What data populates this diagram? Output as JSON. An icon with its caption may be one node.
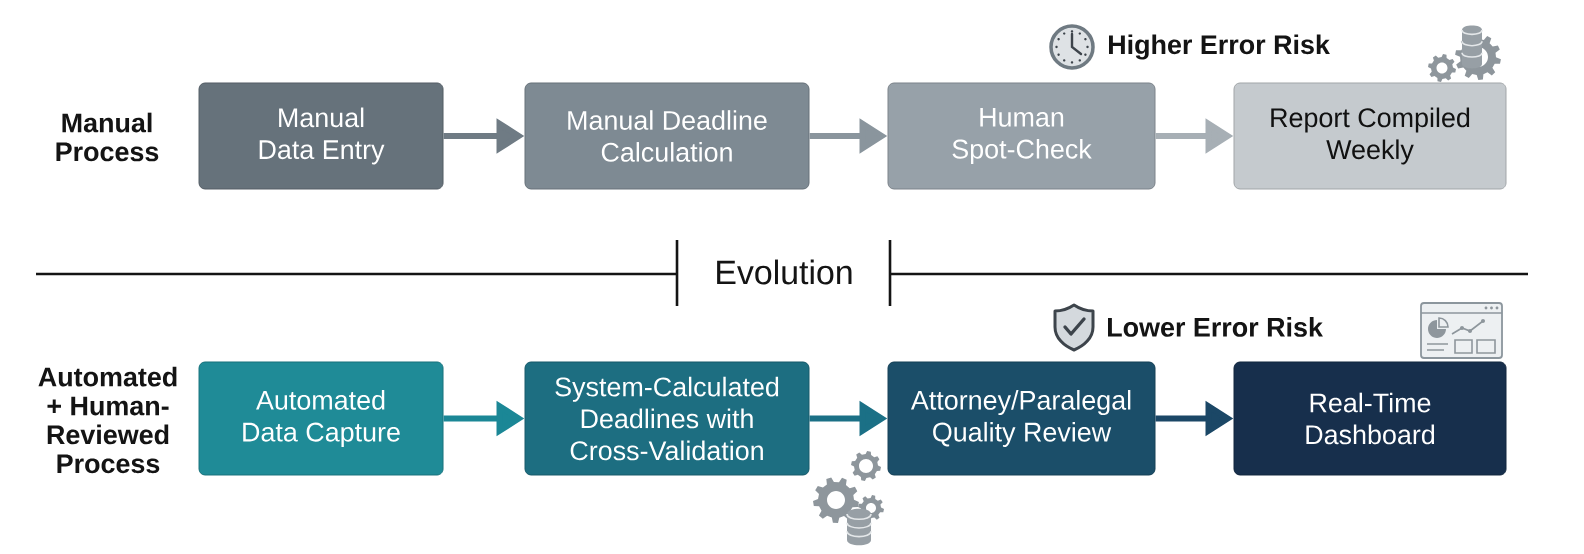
{
  "diagram": {
    "nodes": [
      {
        "text": [
          "Manual Data Entry"
        ]
      },
      {
        "text": [
          "Manual Deadline Calculation"
        ]
      },
      {
        "text": [
          "Human Spot-Check"
        ]
      },
      {
        "text": [
          "Report Compiled Weekly"
        ]
      },
      {
        "text": [
          "Automated Data Capture"
        ]
      },
      {
        "text": [
          "System-Calculated Deadlines with Cross-Validation"
        ]
      },
      {
        "text": [
          "Attorney/Paralegal Quality Review"
        ]
      },
      {
        "text": [
          "Real-Time Dashboard"
        ]
      }
    ],
    "edges": [
      {
        "from": 0,
        "to": 1,
        "arrow": "to",
        "color": "#6f7b84"
      },
      {
        "from": 1,
        "to": 2,
        "arrow": "to",
        "color": "#8a959d"
      },
      {
        "from": 2,
        "to": 3,
        "arrow": "to",
        "color": "#a7afb5"
      },
      {
        "from": 4,
        "to": 5,
        "arrow": "to",
        "color": "#1b8796"
      },
      {
        "from": 5,
        "to": 6,
        "arrow": "to",
        "color": "#1b7086"
      },
      {
        "from": 6,
        "to": 7,
        "arrow": "to",
        "color": "#1b4766"
      }
    ],
    "labels": [
      "Higher Error Risk",
      "Manual Process",
      "Evolution",
      "Lower Error Risk",
      "Automated + Human-Reviewed Process"
    ]
  }
}
